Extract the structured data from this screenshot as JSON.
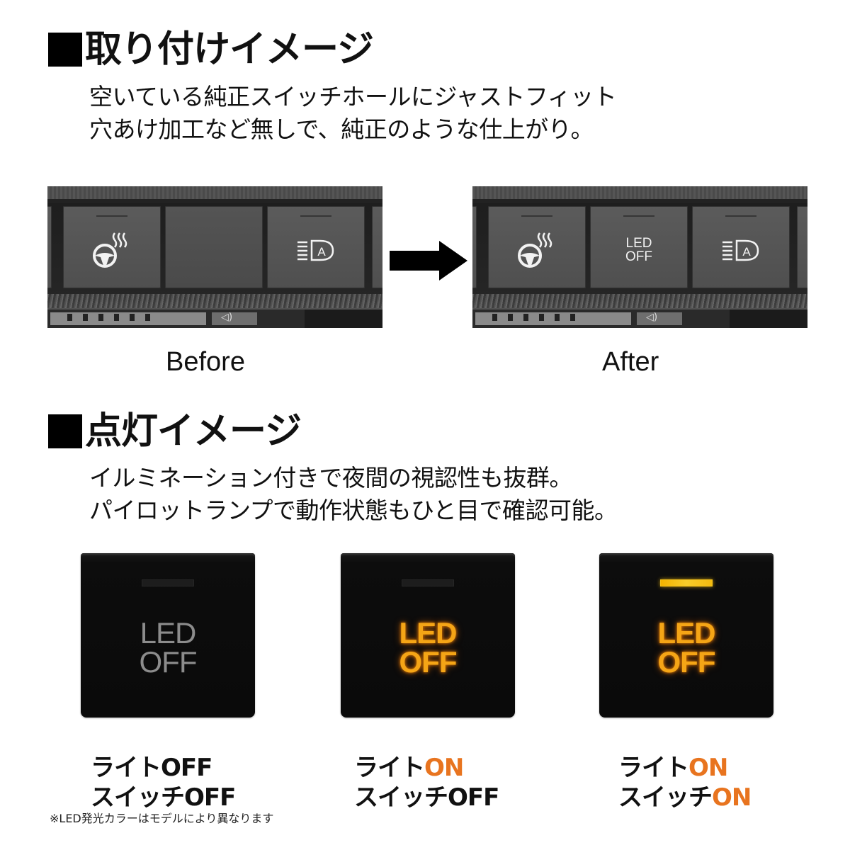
{
  "section1": {
    "title": "取り付けイメージ",
    "lines": [
      "空いている純正スイッチホールにジャストフィット",
      "穴あけ加工など無しで、純正のような仕上がり。"
    ]
  },
  "comparison": {
    "before": {
      "caption": "Before",
      "buttons": [
        {
          "icon": "heated-steering-wheel-icon"
        },
        {
          "icon": "blank-switch-cover"
        },
        {
          "icon": "auto-high-beam-icon"
        }
      ]
    },
    "arrow_icon": "right-arrow-icon",
    "after": {
      "caption": "After",
      "buttons": [
        {
          "icon": "heated-steering-wheel-icon"
        },
        {
          "label_top": "LED",
          "label_bottom": "OFF"
        },
        {
          "icon": "auto-high-beam-icon"
        }
      ]
    }
  },
  "section2": {
    "title": "点灯イメージ",
    "lines": [
      "イルミネーション付きで夜間の視認性も抜群。",
      "パイロットランプで動作状態もひと目で確認可能。"
    ]
  },
  "switches": [
    {
      "label_top": "LED",
      "label_bottom": "OFF",
      "illumination": "off",
      "pilot_lamp": "off",
      "state": {
        "light_prefix": "ライト",
        "light_value": "OFF",
        "switch_prefix": "スイッチ",
        "switch_value": "OFF"
      }
    },
    {
      "label_top": "LED",
      "label_bottom": "OFF",
      "illumination": "on",
      "pilot_lamp": "off",
      "state": {
        "light_prefix": "ライト",
        "light_value": "ON",
        "switch_prefix": "スイッチ",
        "switch_value": "OFF"
      }
    },
    {
      "label_top": "LED",
      "label_bottom": "OFF",
      "illumination": "on",
      "pilot_lamp": "on",
      "state": {
        "light_prefix": "ライト",
        "light_value": "ON",
        "switch_prefix": "スイッチ",
        "switch_value": "ON"
      }
    }
  ],
  "colors": {
    "on_text": "#e8741f",
    "led_glow": "#f5a516",
    "pilot_lamp": "#f5c21b"
  },
  "footnote": "※LED発光カラーはモデルにより異なります"
}
